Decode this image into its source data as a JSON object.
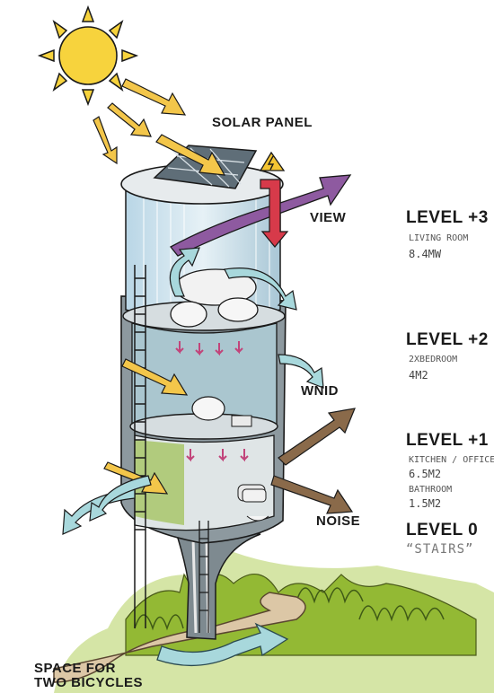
{
  "callouts": {
    "solar_panel": "SOLAR PANEL",
    "view": "VIEW",
    "wind": "WNID",
    "noise": "NOISE",
    "bicycles_line1": "SPACE FOR",
    "bicycles_line2": "TWO BICYCLES"
  },
  "levels": [
    {
      "title": "LEVEL +3",
      "rooms": [
        {
          "name": "LIVING ROOM",
          "area": "8.4MW"
        }
      ]
    },
    {
      "title": "LEVEL +2",
      "rooms": [
        {
          "name": "2XBEDROOM",
          "area": "4M2"
        }
      ]
    },
    {
      "title": "LEVEL +1",
      "rooms": [
        {
          "name": "KITCHEN / OFFICE",
          "area": "6.5M2"
        },
        {
          "name": "BATHROOM",
          "area": "1.5M2"
        }
      ]
    },
    {
      "title": "LEVEL 0",
      "note": "“STAIRS”"
    }
  ],
  "colors": {
    "sun": "#f7d33d",
    "sun_ray_arrows": "#f3c64a",
    "view_arrow": "#8e5aa0",
    "down_arrow": "#d73a4a",
    "wind_arrows": "#a8d8dc",
    "noise_arrows": "#8a6a4a",
    "tower_body": "#c7d6db",
    "tower_dark": "#8f9aa0",
    "grass": "#9bc13a",
    "path": "#d6c2a2"
  }
}
